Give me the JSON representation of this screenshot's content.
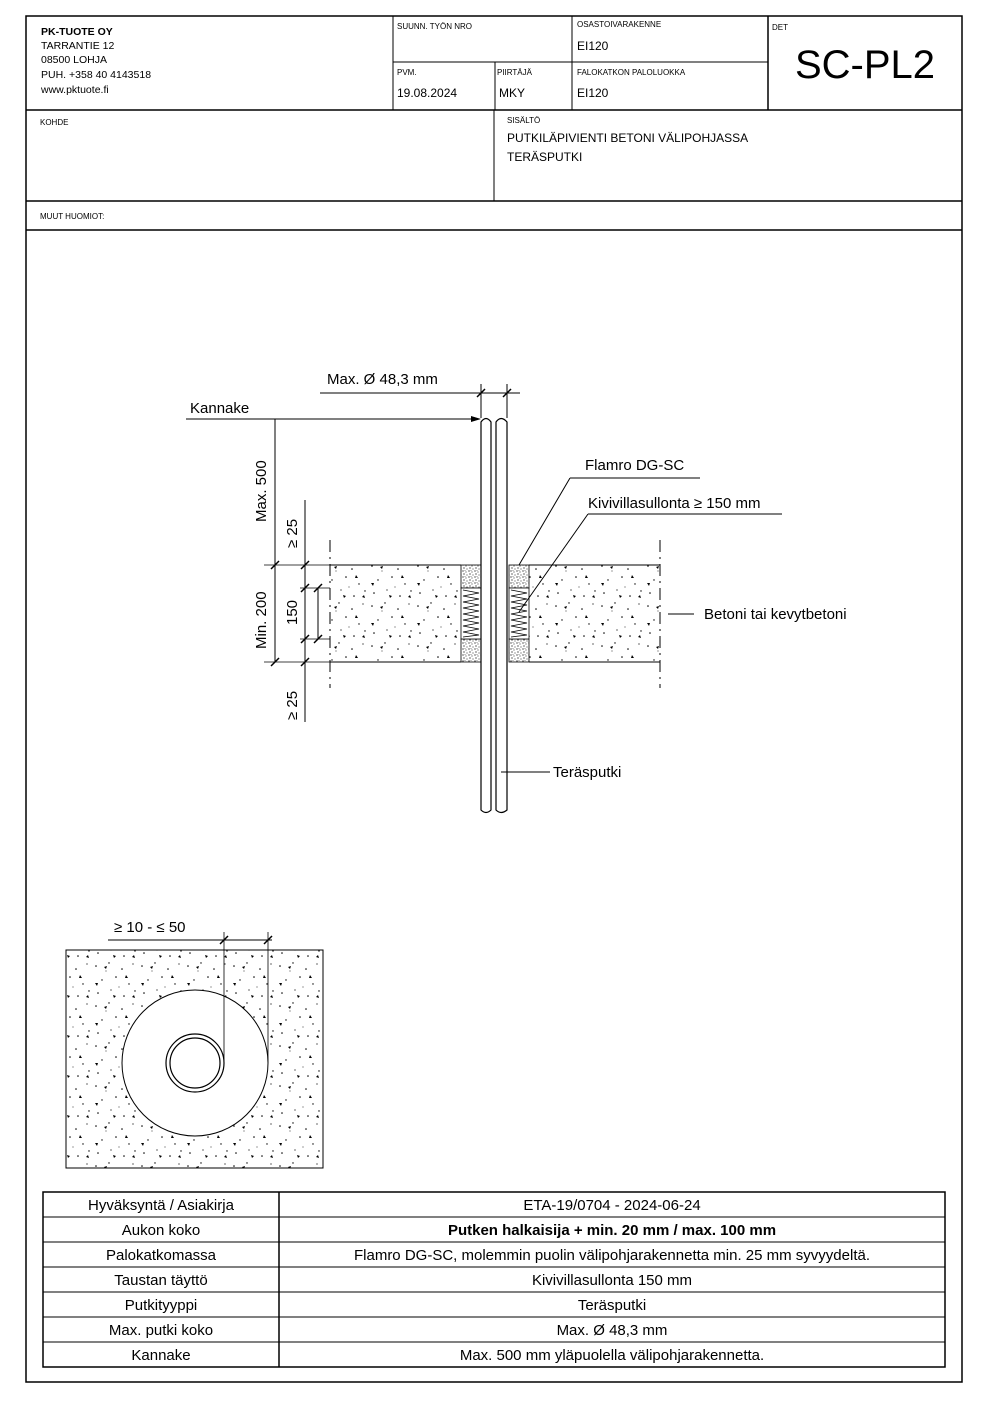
{
  "header": {
    "company": {
      "name": "PK-TUOTE OY",
      "street": "TARRANTIE 12",
      "city": "08500 LOHJA",
      "phone": "PUH. +358 40 4143518",
      "web": "www.pktuote.fi"
    },
    "work_no_label": "SUUNN. TYÖN NRO",
    "work_no_value": "",
    "structure_label": "OSASTOIVARAKENNE",
    "structure_value": "EI120",
    "det_label": "DET",
    "det_value": "SC-PL2",
    "date_label": "PVM.",
    "date_value": "19.08.2024",
    "drawer_label": "PIIRTÄJÄ",
    "drawer_value": "MKY",
    "fire_class_label": "FALOKATKON PALOLUOKKA",
    "fire_class_value": "EI120",
    "object_label": "KOHDE",
    "content_label": "SISÄLTÖ",
    "content_line1": "PUTKILÄPIVIENTI BETONI VÄLIPOHJASSA",
    "content_line2": "TERÄSPUTKI",
    "notes_label": "MUUT HUOMIOT:"
  },
  "drawing": {
    "max_diameter": "Max. Ø 48,3 mm",
    "kannake": "Kannake",
    "max_500": "Max. 500",
    "ge_25_top": "≥ 25",
    "min_200": "Min. 200",
    "dim_150": "150",
    "ge_25_bottom": "≥ 25",
    "flamro": "Flamro DG-SC",
    "kivivilla": "Kivivillasullonta ≥ 150 mm",
    "betoni": "Betoni tai kevytbetoni",
    "terasputki": "Teräsputki",
    "gap_range": "≥ 10 - ≤ 50"
  },
  "spec_table": [
    {
      "label": "Hyväksyntä / Asiakirja",
      "value": "ETA-19/0704 - 2024-06-24",
      "bold": false
    },
    {
      "label": "Aukon koko",
      "value": "Putken halkaisija + min. 20 mm / max. 100 mm",
      "bold": true
    },
    {
      "label": "Palokatkomassa",
      "value": "Flamro DG-SC, molemmin puolin välipohjarakennetta min. 25 mm syvyydeltä.",
      "bold": false
    },
    {
      "label": "Taustan täyttö",
      "value": "Kivivillasullonta 150 mm",
      "bold": false
    },
    {
      "label": "Putkityyppi",
      "value": "Teräsputki",
      "bold": false
    },
    {
      "label": "Max. putki koko",
      "value": "Max. Ø 48,3 mm",
      "bold": false
    },
    {
      "label": "Kannake",
      "value": "Max. 500 mm yläpuolella välipohjarakennetta.",
      "bold": false
    }
  ]
}
